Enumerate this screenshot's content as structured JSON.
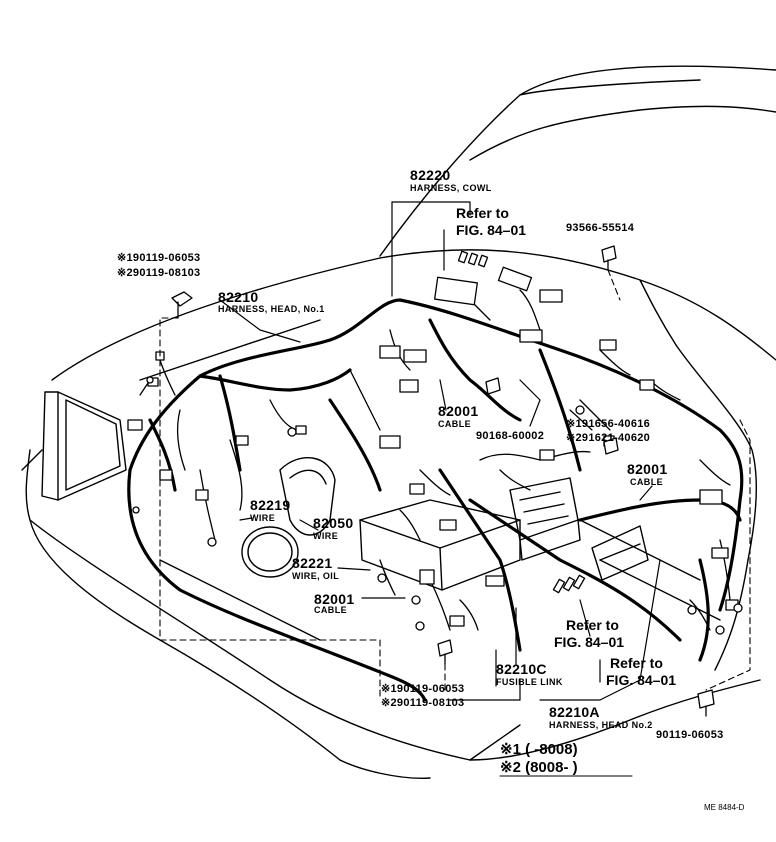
{
  "labels": {
    "cowl_num": "82220",
    "cowl_name": "HARNESS, COWL",
    "ref_top_1": "Refer to",
    "ref_top_2": "FIG. 84–01",
    "clip_top_right": "93566-55514",
    "bolt_tl_1": "※190119-06053",
    "bolt_tl_2": "※290119-08103",
    "head1_num": "82210",
    "head1_name": "HARNESS, HEAD, No.1",
    "cable_c_num": "82001",
    "cable_c_name": "CABLE",
    "clip_mid": "90168-60002",
    "bolt_mid_1": "※191656-40616",
    "bolt_mid_2": "※291621-40620",
    "cable_r_num": "82001",
    "cable_r_name": "CABLE",
    "wire_num": "82219",
    "wire_name": "WIRE",
    "wire2_num": "82050",
    "wire2_name": "WIRE",
    "oil_num": "82221",
    "oil_name": "WIRE, OIL",
    "cable_l_num": "82001",
    "cable_l_name": "CABLE",
    "ref_mid_1": "Refer to",
    "ref_mid_2": "FIG. 84–01",
    "ref_r_1": "Refer to",
    "ref_r_2": "FIG. 84–01",
    "fusible_num": "82210C",
    "fusible_name": "FUSIBLE LINK",
    "bolt_bl_1": "※190119-06053",
    "bolt_bl_2": "※290119-08103",
    "head2_num": "82210A",
    "head2_name": "HARNESS, HEAD No.2",
    "bolt_br": "90119-06053",
    "legend_1": "※1 (        -8008)",
    "legend_2": "※2 (8008-        )",
    "code": "ME 8484-D"
  }
}
